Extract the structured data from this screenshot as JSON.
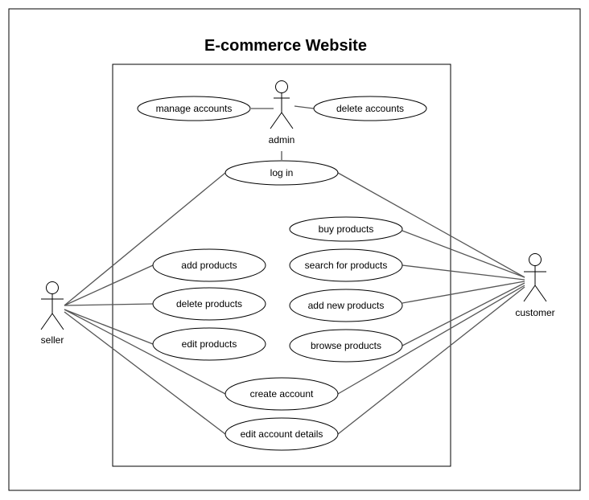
{
  "title": "E-commerce Website",
  "actors": {
    "admin": "admin",
    "seller": "seller",
    "customer": "customer"
  },
  "use_cases": {
    "manage_accounts": "manage accounts",
    "delete_accounts": "delete accounts",
    "log_in": "log in",
    "buy_products": "buy products",
    "add_products": "add products",
    "search_for_products": "search for products",
    "delete_products": "delete products",
    "add_new_products": "add new products",
    "edit_products": "edit products",
    "browse_products": "browse products",
    "create_account": "create account",
    "edit_account_details": "edit account details"
  },
  "colors": {
    "line": "#000000",
    "association": "#555555",
    "background": "#ffffff"
  }
}
